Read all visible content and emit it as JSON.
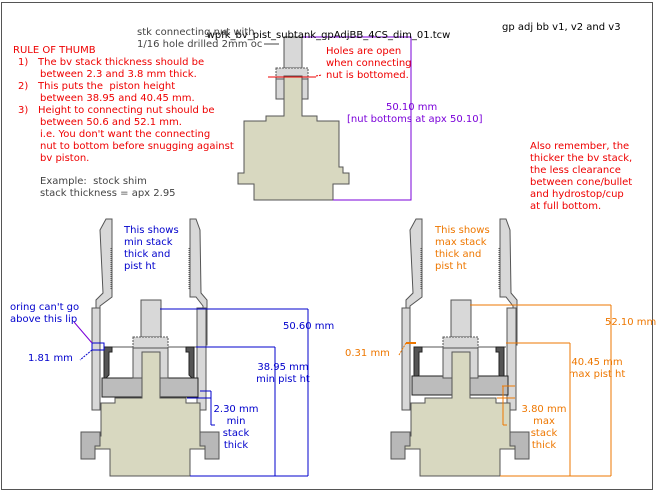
{
  "document": {
    "filename": "wpfk_bv_pist_subtank_gpAdjBB_4CS_dim_01.tcw",
    "subtitle": "gp adj bb v1, v2 and v3"
  },
  "colors": {
    "rule_text": "#ee0000",
    "min_dims": "#0000cc",
    "max_dims": "#ee7700",
    "nut_dims": "#7a00d9",
    "body_fill": "#d8d8c0",
    "part_fill": "#d8d8d8",
    "dark_part_fill": "#bcbcbc",
    "outline": "#555555"
  },
  "rule_of_thumb": {
    "title": "RULE OF THUMB",
    "items": [
      {
        "num": "1)",
        "lines": [
          "The bv stack thickness should be",
          "between 2.3 and 3.8 mm thick."
        ]
      },
      {
        "num": "2)",
        "lines": [
          "This puts the  piston height",
          "between 38.95 and 40.45 mm."
        ]
      },
      {
        "num": "3)",
        "lines": [
          "Height to connecting nut should be",
          "between 50.6 and 52.1 mm.",
          "i.e. You don't want the connecting",
          "nut to bottom before snugging against",
          "bv piston."
        ]
      }
    ]
  },
  "example": {
    "lines": [
      "Example:  stock shim",
      "stack thickness = apx 2.95"
    ]
  },
  "nut_diagram": {
    "callout_lines": [
      "stk connecting nut with",
      "1/16 hole drilled 2mm oc"
    ],
    "holes_note_lines": [
      "Holes are open",
      "when connecting",
      "nut is bottomed."
    ],
    "dimension": "50.10 mm",
    "dimension_note": "[nut bottoms at apx 50.10]"
  },
  "also_remember": {
    "lines": [
      "Also remember, the",
      "thicker the bv stack,",
      "the less clearance",
      "between cone/bullet",
      "and hydrostop/cup",
      "at full bottom."
    ]
  },
  "min_diagram": {
    "caption_lines": [
      "This shows",
      "min stack",
      "thick and",
      "pist ht"
    ],
    "oring_note_lines": [
      "oring can't go",
      "above this lip"
    ],
    "lip_dim": "1.81 mm",
    "nut_height": "50.60 mm",
    "pist_ht_lines": [
      "38.95 mm",
      "min pist ht"
    ],
    "stack_lines": [
      "2.30 mm",
      "min",
      "stack",
      "thick"
    ]
  },
  "max_diagram": {
    "caption_lines": [
      "This shows",
      "max stack",
      "thick and",
      "pist ht"
    ],
    "lip_dim": "0.31 mm",
    "nut_height": "52.10 mm",
    "pist_ht_lines": [
      "40.45 mm",
      "max pist ht"
    ],
    "stack_lines": [
      "3.80 mm",
      "max",
      "stack",
      "thick"
    ]
  }
}
